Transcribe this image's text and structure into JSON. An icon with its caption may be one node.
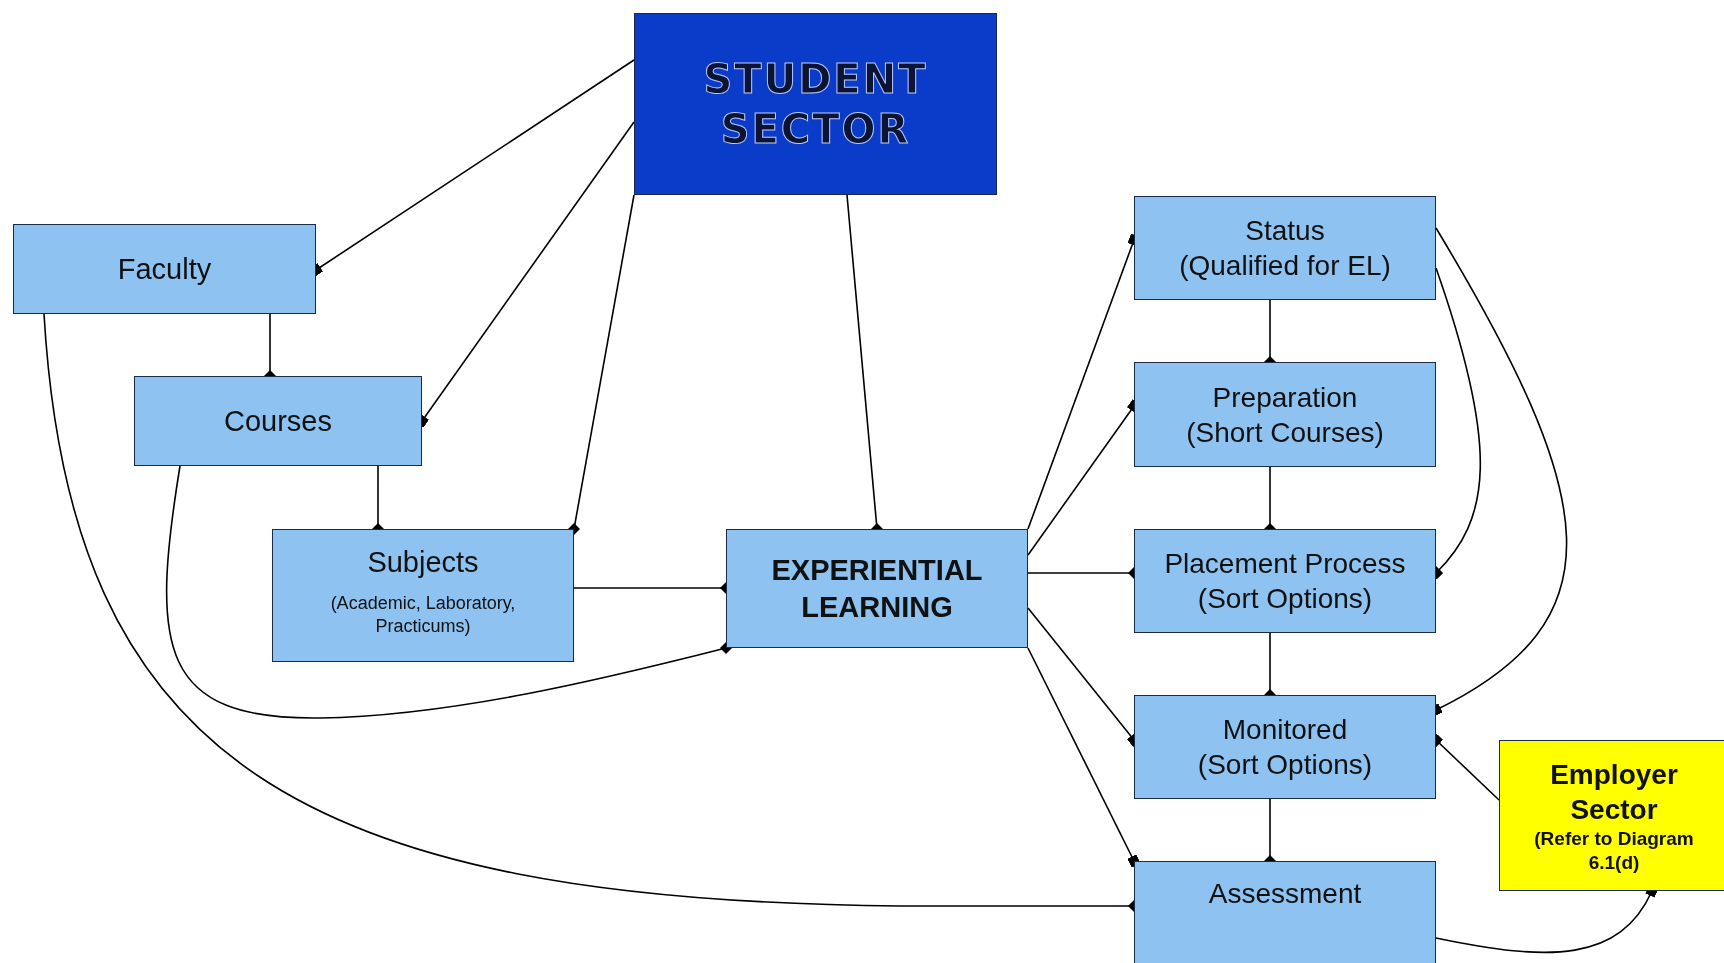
{
  "diagram": {
    "nodes": [
      {
        "text": [
          "STUDENT SECTOR"
        ]
      },
      {
        "text": [
          "Faculty"
        ]
      },
      {
        "text": [
          "Courses"
        ]
      },
      {
        "text": [
          "Subjects",
          "(Academic, Laboratory, Practicums)"
        ]
      },
      {
        "text": [
          "EXPERIENTIAL LEARNING"
        ]
      },
      {
        "text": [
          "Status",
          "(Qualified for EL)"
        ]
      },
      {
        "text": [
          "Preparation",
          "(Short Courses)"
        ]
      },
      {
        "text": [
          "Placement Process",
          "(Sort Options)"
        ]
      },
      {
        "text": [
          "Monitored",
          "(Sort Options)"
        ]
      },
      {
        "text": [
          "Assessment"
        ]
      },
      {
        "text": [
          "Employer Sector",
          "(Refer to Diagram 6.1(d)"
        ]
      }
    ],
    "edges": [
      {
        "from": 0,
        "to": 1,
        "arrow": "other"
      },
      {
        "from": 0,
        "to": 2,
        "arrow": "other"
      },
      {
        "from": 0,
        "to": 3,
        "arrow": "other"
      },
      {
        "from": 0,
        "to": 4,
        "arrow": "other"
      },
      {
        "from": 1,
        "to": 2,
        "arrow": "other"
      },
      {
        "from": 2,
        "to": 3,
        "arrow": "other"
      },
      {
        "from": 1,
        "to": 9,
        "arrow": "other"
      },
      {
        "from": 2,
        "to": 4,
        "arrow": "other"
      },
      {
        "from": 3,
        "to": 4,
        "arrow": "other"
      },
      {
        "from": 4,
        "to": 5,
        "arrow": "other"
      },
      {
        "from": 4,
        "to": 6,
        "arrow": "other"
      },
      {
        "from": 4,
        "to": 7,
        "arrow": "other"
      },
      {
        "from": 4,
        "to": 8,
        "arrow": "other"
      },
      {
        "from": 4,
        "to": 9,
        "arrow": "other"
      },
      {
        "from": 5,
        "to": 6,
        "arrow": "other"
      },
      {
        "from": 6,
        "to": 7,
        "arrow": "other"
      },
      {
        "from": 7,
        "to": 8,
        "arrow": "other"
      },
      {
        "from": 8,
        "to": 9,
        "arrow": "other"
      },
      {
        "from": 5,
        "to": 7,
        "arrow": "other"
      },
      {
        "from": 5,
        "to": 8,
        "arrow": "other"
      },
      {
        "from": 10,
        "to": 8,
        "arrow": "other"
      },
      {
        "from": 9,
        "to": 10,
        "arrow": "other"
      }
    ]
  }
}
